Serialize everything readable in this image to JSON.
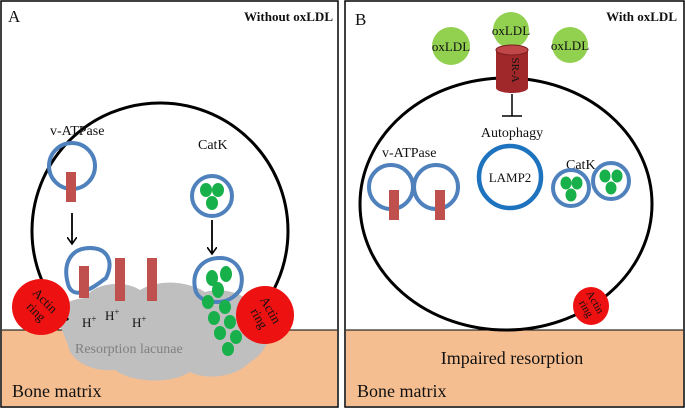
{
  "panel_a": {
    "letter": "A",
    "condition": "Without oxLDL",
    "label_vatpase": "v-ATPase",
    "label_catk": "CatK",
    "label_hplus": "H",
    "label_hplus_sup": "+",
    "label_actin_line1": "Actin",
    "label_actin_line2": "ring",
    "label_lacunae": "Resorption lacunae",
    "label_bone": "Bone matrix"
  },
  "panel_b": {
    "letter": "B",
    "condition": "With oxLDL",
    "label_oxldl": "oxLDL",
    "label_receptor": "SR-A",
    "label_autophagy": "Autophagy",
    "label_lamp2": "LAMP2",
    "label_vatpase": "v-ATPase",
    "label_catk": "CatK",
    "label_actin_line1": "Actin",
    "label_actin_line2": "ring",
    "label_impaired": "Impaired resorption",
    "label_bone": "Bone matrix"
  },
  "colors": {
    "bone": "#F5BE91",
    "vesicle": "#4F81BD",
    "lamp2": "#1E73BE",
    "pump": "#C0504D",
    "catk": "#18B04A",
    "actin": "#EE1111",
    "lacunae": "#BFBFBF",
    "oxldl": "#92D050",
    "receptor": "#A0282A"
  }
}
